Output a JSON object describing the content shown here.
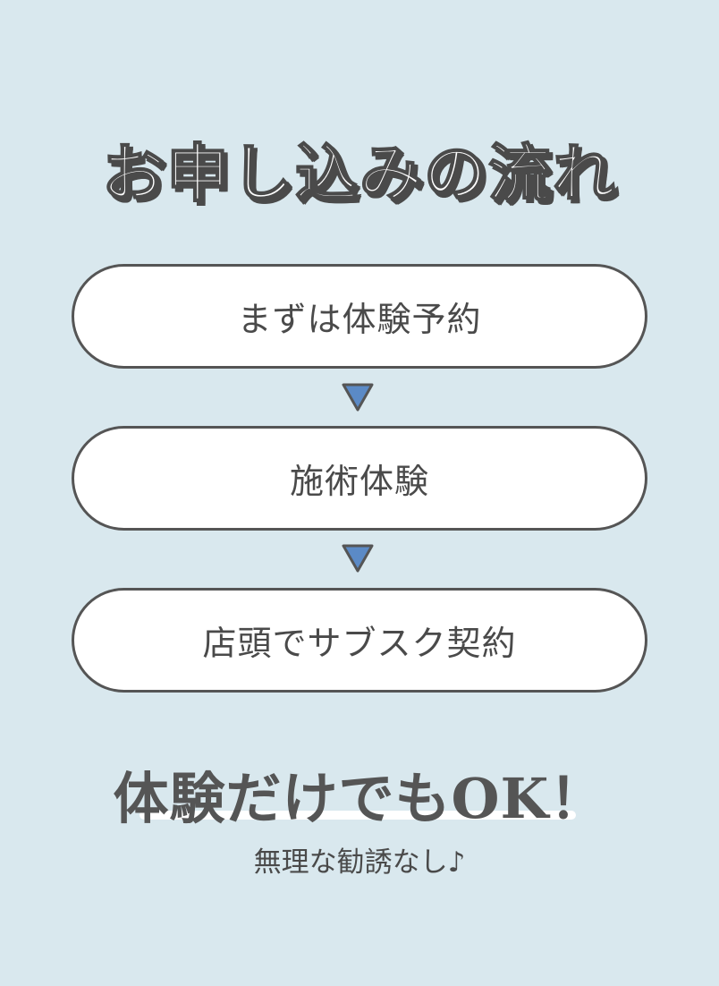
{
  "title": "お申し込みの流れ",
  "steps": [
    {
      "label": "まずは体験予約"
    },
    {
      "label": "施術体験"
    },
    {
      "label": "店頭でサブスク契約"
    }
  ],
  "arrow_icon": "triangle-down-icon",
  "colors": {
    "background": "#d9e8ee",
    "arrow": "#5b8ac6",
    "border": "#555555",
    "text": "#4a4a4a"
  },
  "tagline": "体験だけでもOK！",
  "subtext": "無理な勧誘なし♪"
}
